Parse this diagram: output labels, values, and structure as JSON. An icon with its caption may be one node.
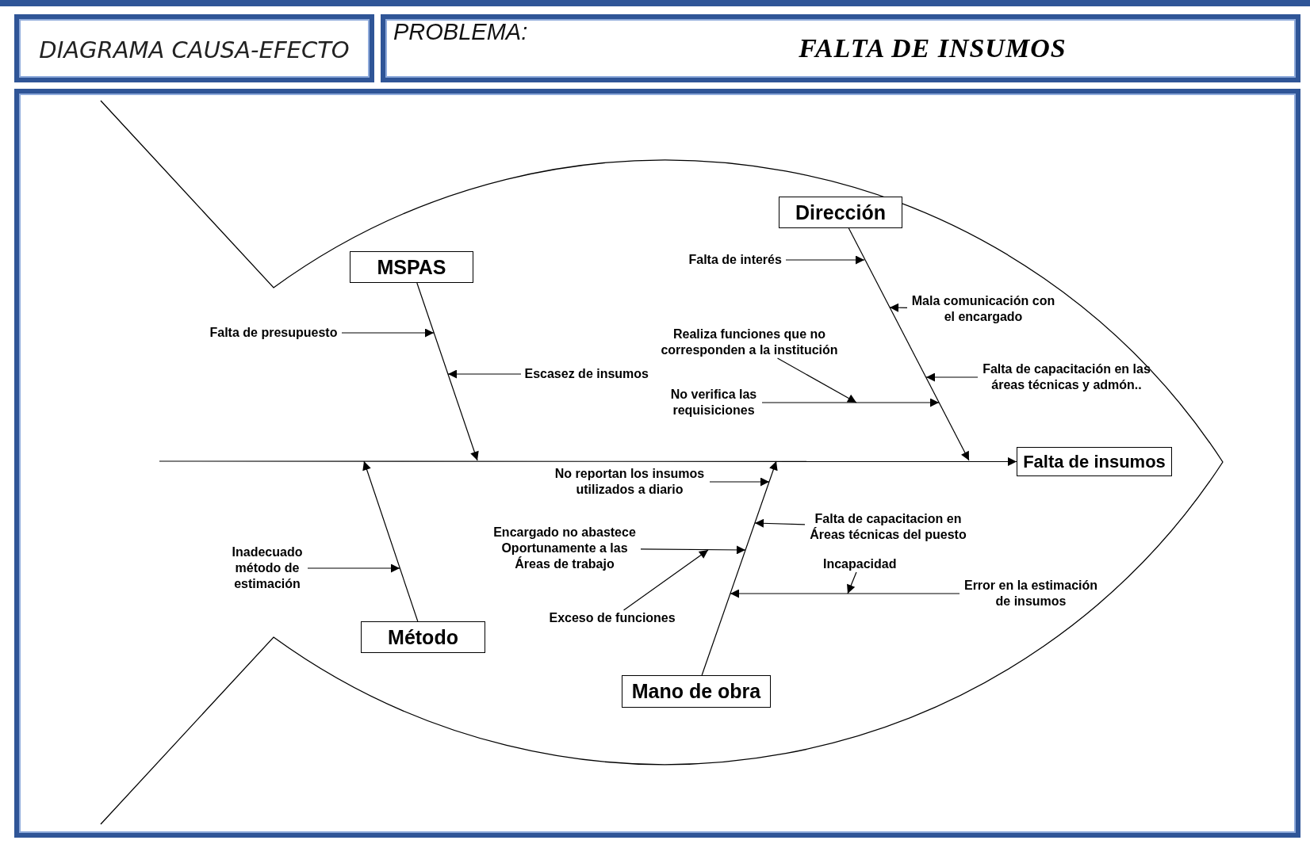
{
  "diagram": {
    "nodes": [
      {
        "text": [
          "DIAGRAMA CAUSA-EFECTO"
        ]
      },
      {
        "text": [
          "PROBLEMA:",
          "FALTA DE INSUMOS"
        ]
      },
      {
        "text": [
          "Dirección"
        ]
      },
      {
        "text": [
          "Falta de interés"
        ]
      },
      {
        "text": [
          "MSPAS"
        ]
      },
      {
        "text": [
          "Mala comunicación con el encargado"
        ]
      },
      {
        "text": [
          "Realiza funciones que no corresponden a la institución"
        ]
      },
      {
        "text": [
          "Falta de presupuesto"
        ]
      },
      {
        "text": [
          "Escasez de insumos"
        ]
      },
      {
        "text": [
          "Falta de capacitación en las áreas técnicas y admón.."
        ]
      },
      {
        "text": [
          "No verifica las requisiciones"
        ]
      },
      {
        "text": [
          "Falta de insumos"
        ]
      },
      {
        "text": [
          "No reportan los insumos utilizados a diario"
        ]
      },
      {
        "text": [
          "Falta de capacitacion en Áreas técnicas del puesto"
        ]
      },
      {
        "text": [
          "Encargado no abastece Oportunamente a las Áreas de trabajo"
        ]
      },
      {
        "text": [
          "Inadecuado método de estimación"
        ]
      },
      {
        "text": [
          "Incapacidad"
        ]
      },
      {
        "text": [
          "Error en la estimación de insumos"
        ]
      },
      {
        "text": [
          "Exceso de funciones"
        ]
      },
      {
        "text": [
          "Método"
        ]
      },
      {
        "text": [
          "Mano de obra"
        ]
      }
    ],
    "edges": [
      {
        "from": null,
        "to": 11,
        "arrow": "to"
      },
      {
        "from": 4,
        "to": null,
        "arrow": "to"
      },
      {
        "from": 2,
        "to": null,
        "arrow": "to"
      },
      {
        "from": 19,
        "to": null,
        "arrow": "to"
      },
      {
        "from": 20,
        "to": null,
        "arrow": "to"
      },
      {
        "from": 7,
        "to": null,
        "arrow": "to"
      },
      {
        "from": 8,
        "to": null,
        "arrow": "to"
      },
      {
        "from": 3,
        "to": null,
        "arrow": "to"
      },
      {
        "from": 5,
        "to": null,
        "arrow": "to"
      },
      {
        "from": 6,
        "to": null,
        "arrow": "to"
      },
      {
        "from": 10,
        "to": null,
        "arrow": "to"
      },
      {
        "from": 9,
        "to": null,
        "arrow": "to"
      },
      {
        "from": 12,
        "to": null,
        "arrow": "to"
      },
      {
        "from": 13,
        "to": null,
        "arrow": "to"
      },
      {
        "from": 14,
        "to": null,
        "arrow": "to"
      },
      {
        "from": 18,
        "to": null,
        "arrow": "to"
      },
      {
        "from": 15,
        "to": null,
        "arrow": "to"
      },
      {
        "from": 16,
        "to": null,
        "arrow": "to"
      },
      {
        "from": 17,
        "to": null,
        "arrow": "to"
      }
    ]
  }
}
